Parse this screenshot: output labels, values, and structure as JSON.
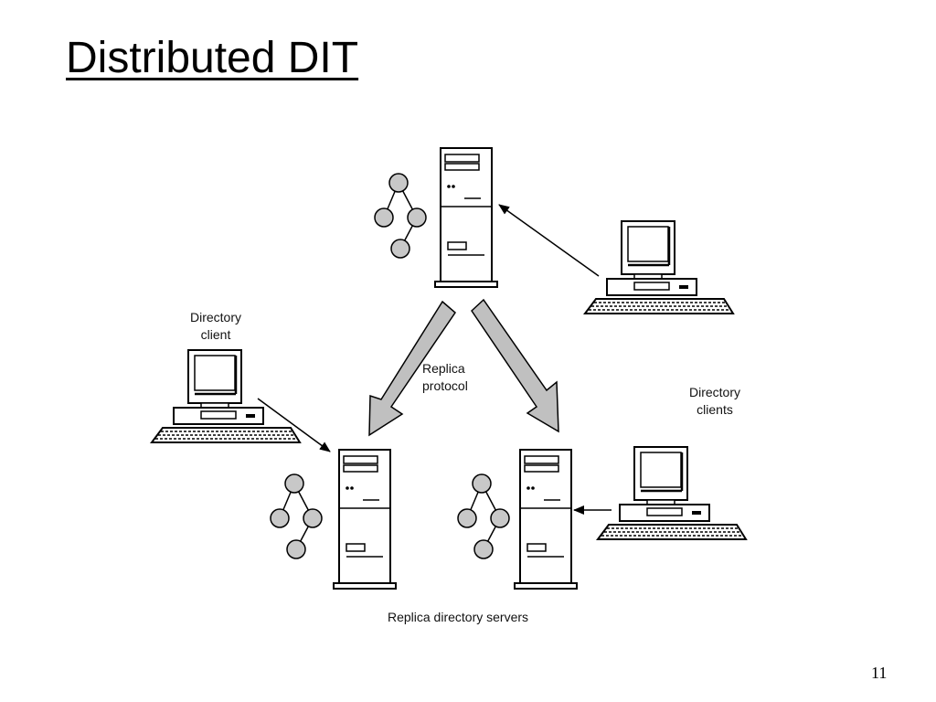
{
  "slide": {
    "title": "Distributed DIT",
    "number": "11"
  },
  "labels": {
    "directory_client": "Directory\nclient",
    "replica_protocol": "Replica\nprotocol",
    "directory_clients": "Directory\nclients",
    "replica_servers": "Replica directory servers"
  },
  "colors": {
    "node_fill": "#c8c8c8",
    "arrow_fill": "#c0c0c0",
    "line": "#000000"
  }
}
